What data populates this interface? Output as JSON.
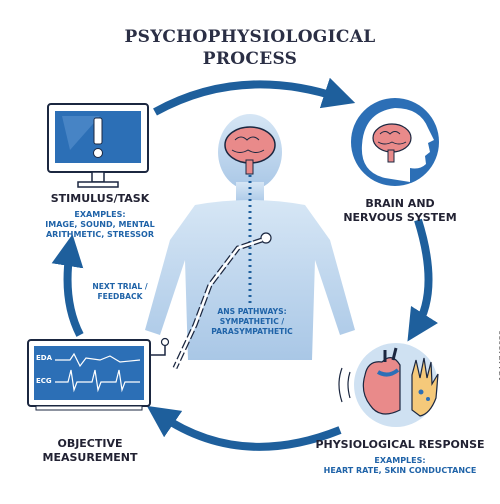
{
  "title": {
    "line1": "PSYCHOPHYSIOLOGICAL",
    "line2": "PROCESS"
  },
  "nodes": {
    "stimulus": {
      "label": "STIMULUS/TASK",
      "examples_l1": "EXAMPLES:",
      "examples_l2": "IMAGE, SOUND, MENTAL",
      "examples_l3": "ARITHMETIC, STRESSOR"
    },
    "brain": {
      "label_l1": "BRAIN AND",
      "label_l2": "NERVOUS SYSTEM"
    },
    "physiological": {
      "label": "PHYSIOLOGICAL RESPONSE",
      "examples_l1": "EXAMPLES:",
      "examples_l2": "HEART RATE, SKIN CONDUCTANCE"
    },
    "objective": {
      "label_l1": "OBJECTIVE",
      "label_l2": "MEASUREMENT"
    }
  },
  "feedback": {
    "l1": "NEXT TRIAL /",
    "l2": "FEEDBACK"
  },
  "pathways": {
    "l1": "ANS PATHWAYS:",
    "l2": "SYMPATHETIC /",
    "l3": "PARASYMPATHETIC"
  },
  "monitor": {
    "eda": "EDA",
    "ecg": "ECG",
    "alert": "!"
  },
  "watermark": "1744743039",
  "colors": {
    "arrow": "#1e5f9c",
    "body": "#b9d2ea",
    "brain": "#e98a8a",
    "screen": "#2c6fb6",
    "text_dark": "#222233",
    "text_blue": "#1f63a8"
  }
}
